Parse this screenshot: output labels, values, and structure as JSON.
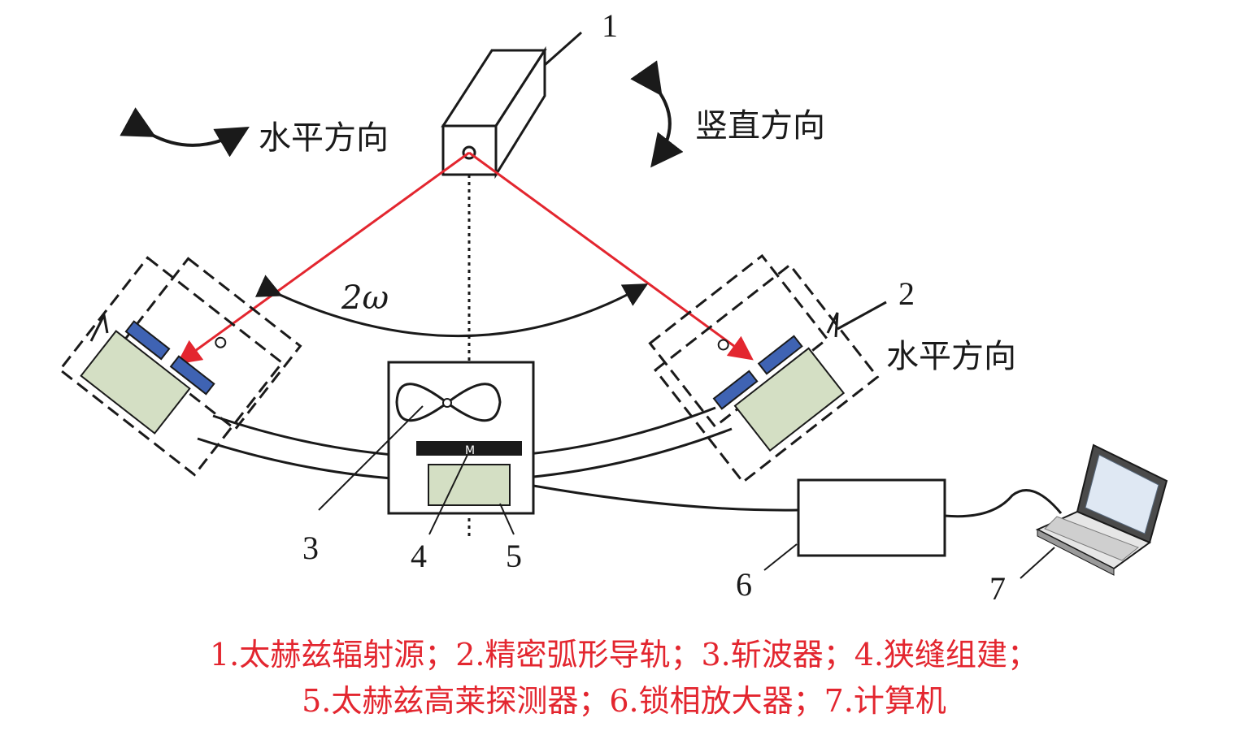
{
  "labels": {
    "n1": "1",
    "n2": "2",
    "n3": "3",
    "n4": "4",
    "n5": "5",
    "n6": "6",
    "n7": "7",
    "horizontal_top": "水平方向",
    "vertical": "竖直方向",
    "horizontal_right": "水平方向",
    "angle": "2ω"
  },
  "caption": {
    "line1": "1.太赫兹辐射源；2.精密弧形导轨；3.斩波器；4.狭缝组建；",
    "line2": "5.太赫兹高莱探测器；6.锁相放大器；7.计算机"
  },
  "colors": {
    "beam": "#e3262f",
    "lines": "#1a1a1a",
    "detector_fill": "#d4dfc4",
    "grating_blue": "#3f63b3",
    "caption": "#e3262f"
  }
}
